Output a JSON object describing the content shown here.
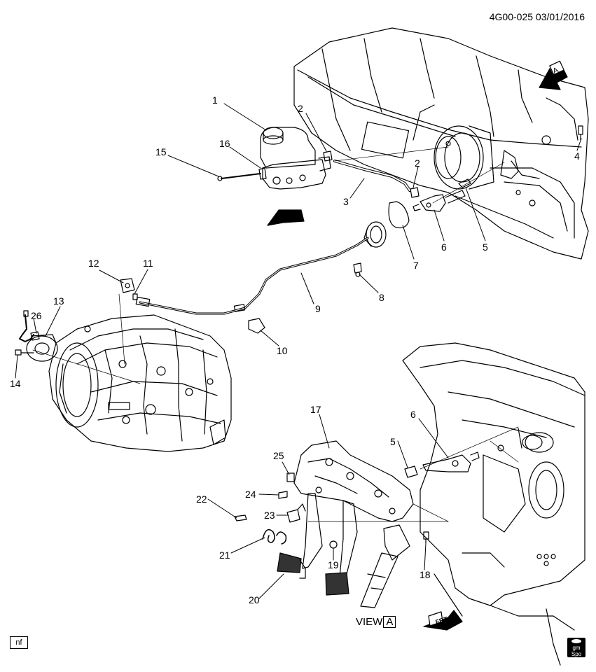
{
  "header": {
    "drawing_code": "4G00-025",
    "date": "03/01/2016"
  },
  "view_label": {
    "prefix": "VIEW",
    "letter": "A"
  },
  "view_marker_letter": "A",
  "forward_marker_text": "FRT",
  "footer": {
    "left_code": "nf",
    "logo_text_1": "gm",
    "logo_text_2": "Spo"
  },
  "callouts": [
    "1",
    "2",
    "2",
    "3",
    "4",
    "5",
    "6",
    "7",
    "8",
    "9",
    "10",
    "11",
    "12",
    "13",
    "14",
    "15",
    "16",
    "17",
    "18",
    "19",
    "20",
    "21",
    "22",
    "23",
    "24",
    "25",
    "26",
    "5",
    "6"
  ]
}
